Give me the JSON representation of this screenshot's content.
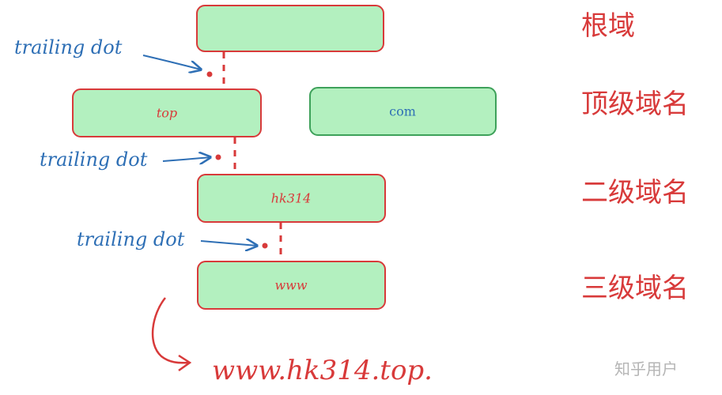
{
  "levels": {
    "root": "根域",
    "top_level": "顶级域名",
    "second_level": "二级域名",
    "third_level": "三级域名"
  },
  "boxes": {
    "root": "",
    "top": "top",
    "com": "com",
    "second": "hk314",
    "third": "www"
  },
  "annotations": {
    "trailing_dot_1": "trailing dot",
    "trailing_dot_2": "trailing dot",
    "trailing_dot_3": "trailing dot"
  },
  "result": "www.hk314.top.",
  "watermark": "知乎用户",
  "colors": {
    "box_fill": "#b3f0bf",
    "red": "#d83a3a",
    "green_border": "#3ea15a",
    "blue": "#2e6fb5",
    "watermark": "#b5b5b5"
  }
}
